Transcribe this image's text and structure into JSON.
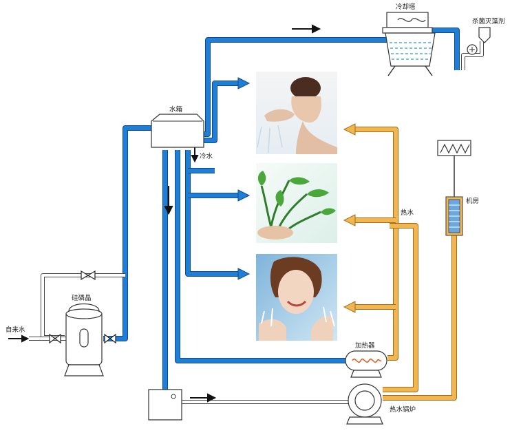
{
  "labels": {
    "cooling_tower": "冷却塔",
    "algaecide": "杀菌灭藻剂",
    "water_tank": "水箱",
    "cold_water": "冷水",
    "hot_water": "热水",
    "machine_room": "机房",
    "silicon_phosphate": "硅磷晶",
    "tap_water": "自来水",
    "heater": "加热器",
    "hot_water_boiler": "热水锅炉"
  },
  "images": [
    {
      "name": "face-washing-photo",
      "subject": "woman washing face"
    },
    {
      "name": "vegetables-photo",
      "subject": "washing vegetables"
    },
    {
      "name": "woman-splash-photo",
      "subject": "woman with water splash"
    }
  ],
  "colors": {
    "cold_pipe": "#1f7fd6",
    "hot_pipe": "#f1b64f",
    "supply_pipe": "#ffffff",
    "equipment_stroke": "#333333"
  }
}
